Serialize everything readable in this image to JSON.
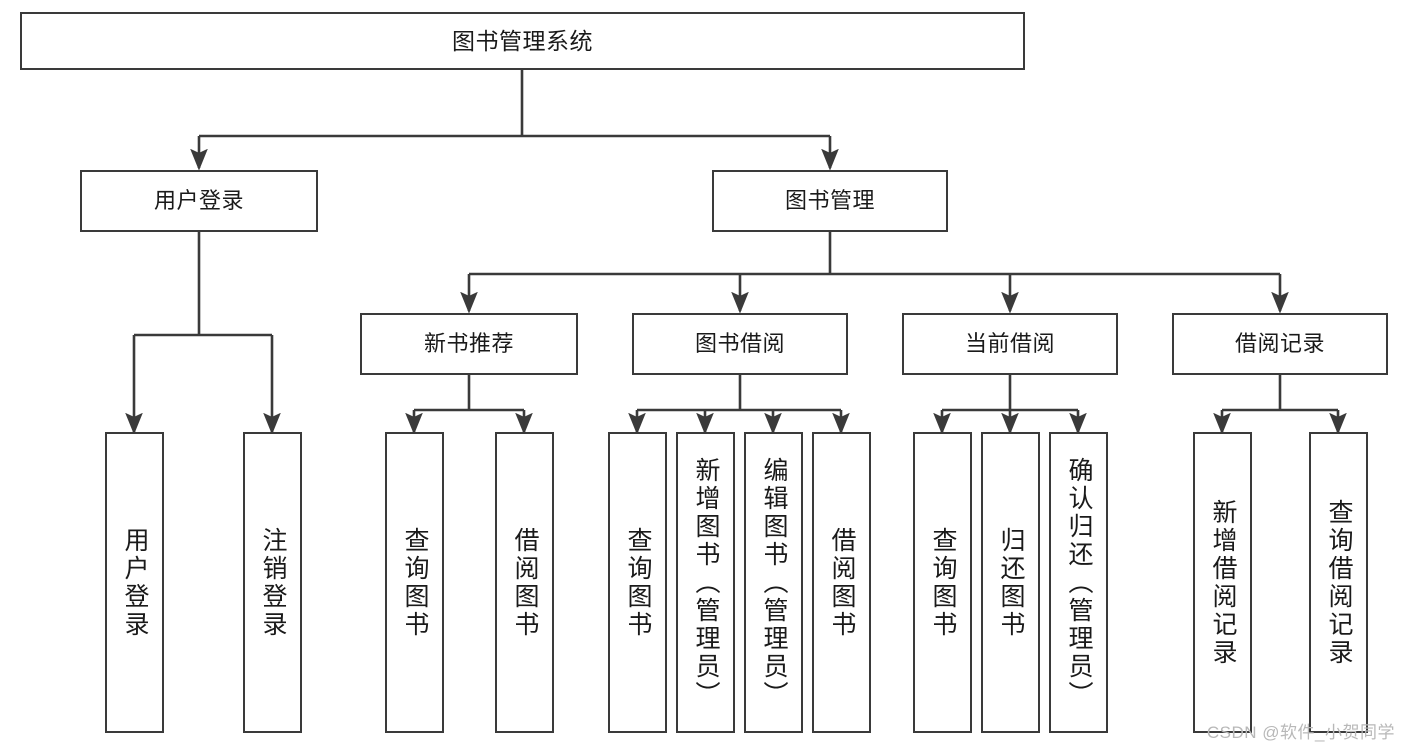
{
  "diagram": {
    "title": "图书管理系统",
    "type": "hierarchy-tree",
    "levels": 4,
    "edge_color": "#3a3a3a",
    "box_border_color": "#3a3a3a",
    "background_color": "#ffffff",
    "text_color": "#1a1a1a"
  },
  "nodes": {
    "root": {
      "label": "图书管理系统"
    },
    "level2": [
      {
        "id": "user-login",
        "label": "用户登录"
      },
      {
        "id": "book-manage",
        "label": "图书管理"
      }
    ],
    "level3": [
      {
        "id": "new-book-recommend",
        "label": "新书推荐"
      },
      {
        "id": "book-borrow",
        "label": "图书借阅"
      },
      {
        "id": "current-borrow",
        "label": "当前借阅"
      },
      {
        "id": "borrow-record",
        "label": "借阅记录"
      }
    ],
    "leaves": {
      "user_login": [
        {
          "id": "leaf-user-login",
          "label": "用户登录"
        },
        {
          "id": "leaf-logout-login",
          "label": "注销登录"
        }
      ],
      "new_book_recommend": [
        {
          "id": "leaf-query-book-1",
          "label": "查询图书"
        },
        {
          "id": "leaf-borrow-book-1",
          "label": "借阅图书"
        }
      ],
      "book_borrow": [
        {
          "id": "leaf-query-book-2",
          "label": "查询图书"
        },
        {
          "id": "leaf-add-book",
          "label": "新增图书（管理员）"
        },
        {
          "id": "leaf-edit-book",
          "label": "编辑图书（管理员）"
        },
        {
          "id": "leaf-borrow-book-2",
          "label": "借阅图书"
        }
      ],
      "current_borrow": [
        {
          "id": "leaf-query-book-3",
          "label": "查询图书"
        },
        {
          "id": "leaf-return-book",
          "label": "归还图书"
        },
        {
          "id": "leaf-confirm-return",
          "label": "确认归还（管理员）"
        }
      ],
      "borrow_record": [
        {
          "id": "leaf-add-record",
          "label": "新增借阅记录"
        },
        {
          "id": "leaf-query-record",
          "label": "查询借阅记录"
        }
      ]
    }
  },
  "watermark": {
    "text": "CSDN @软件_小贺同学"
  }
}
